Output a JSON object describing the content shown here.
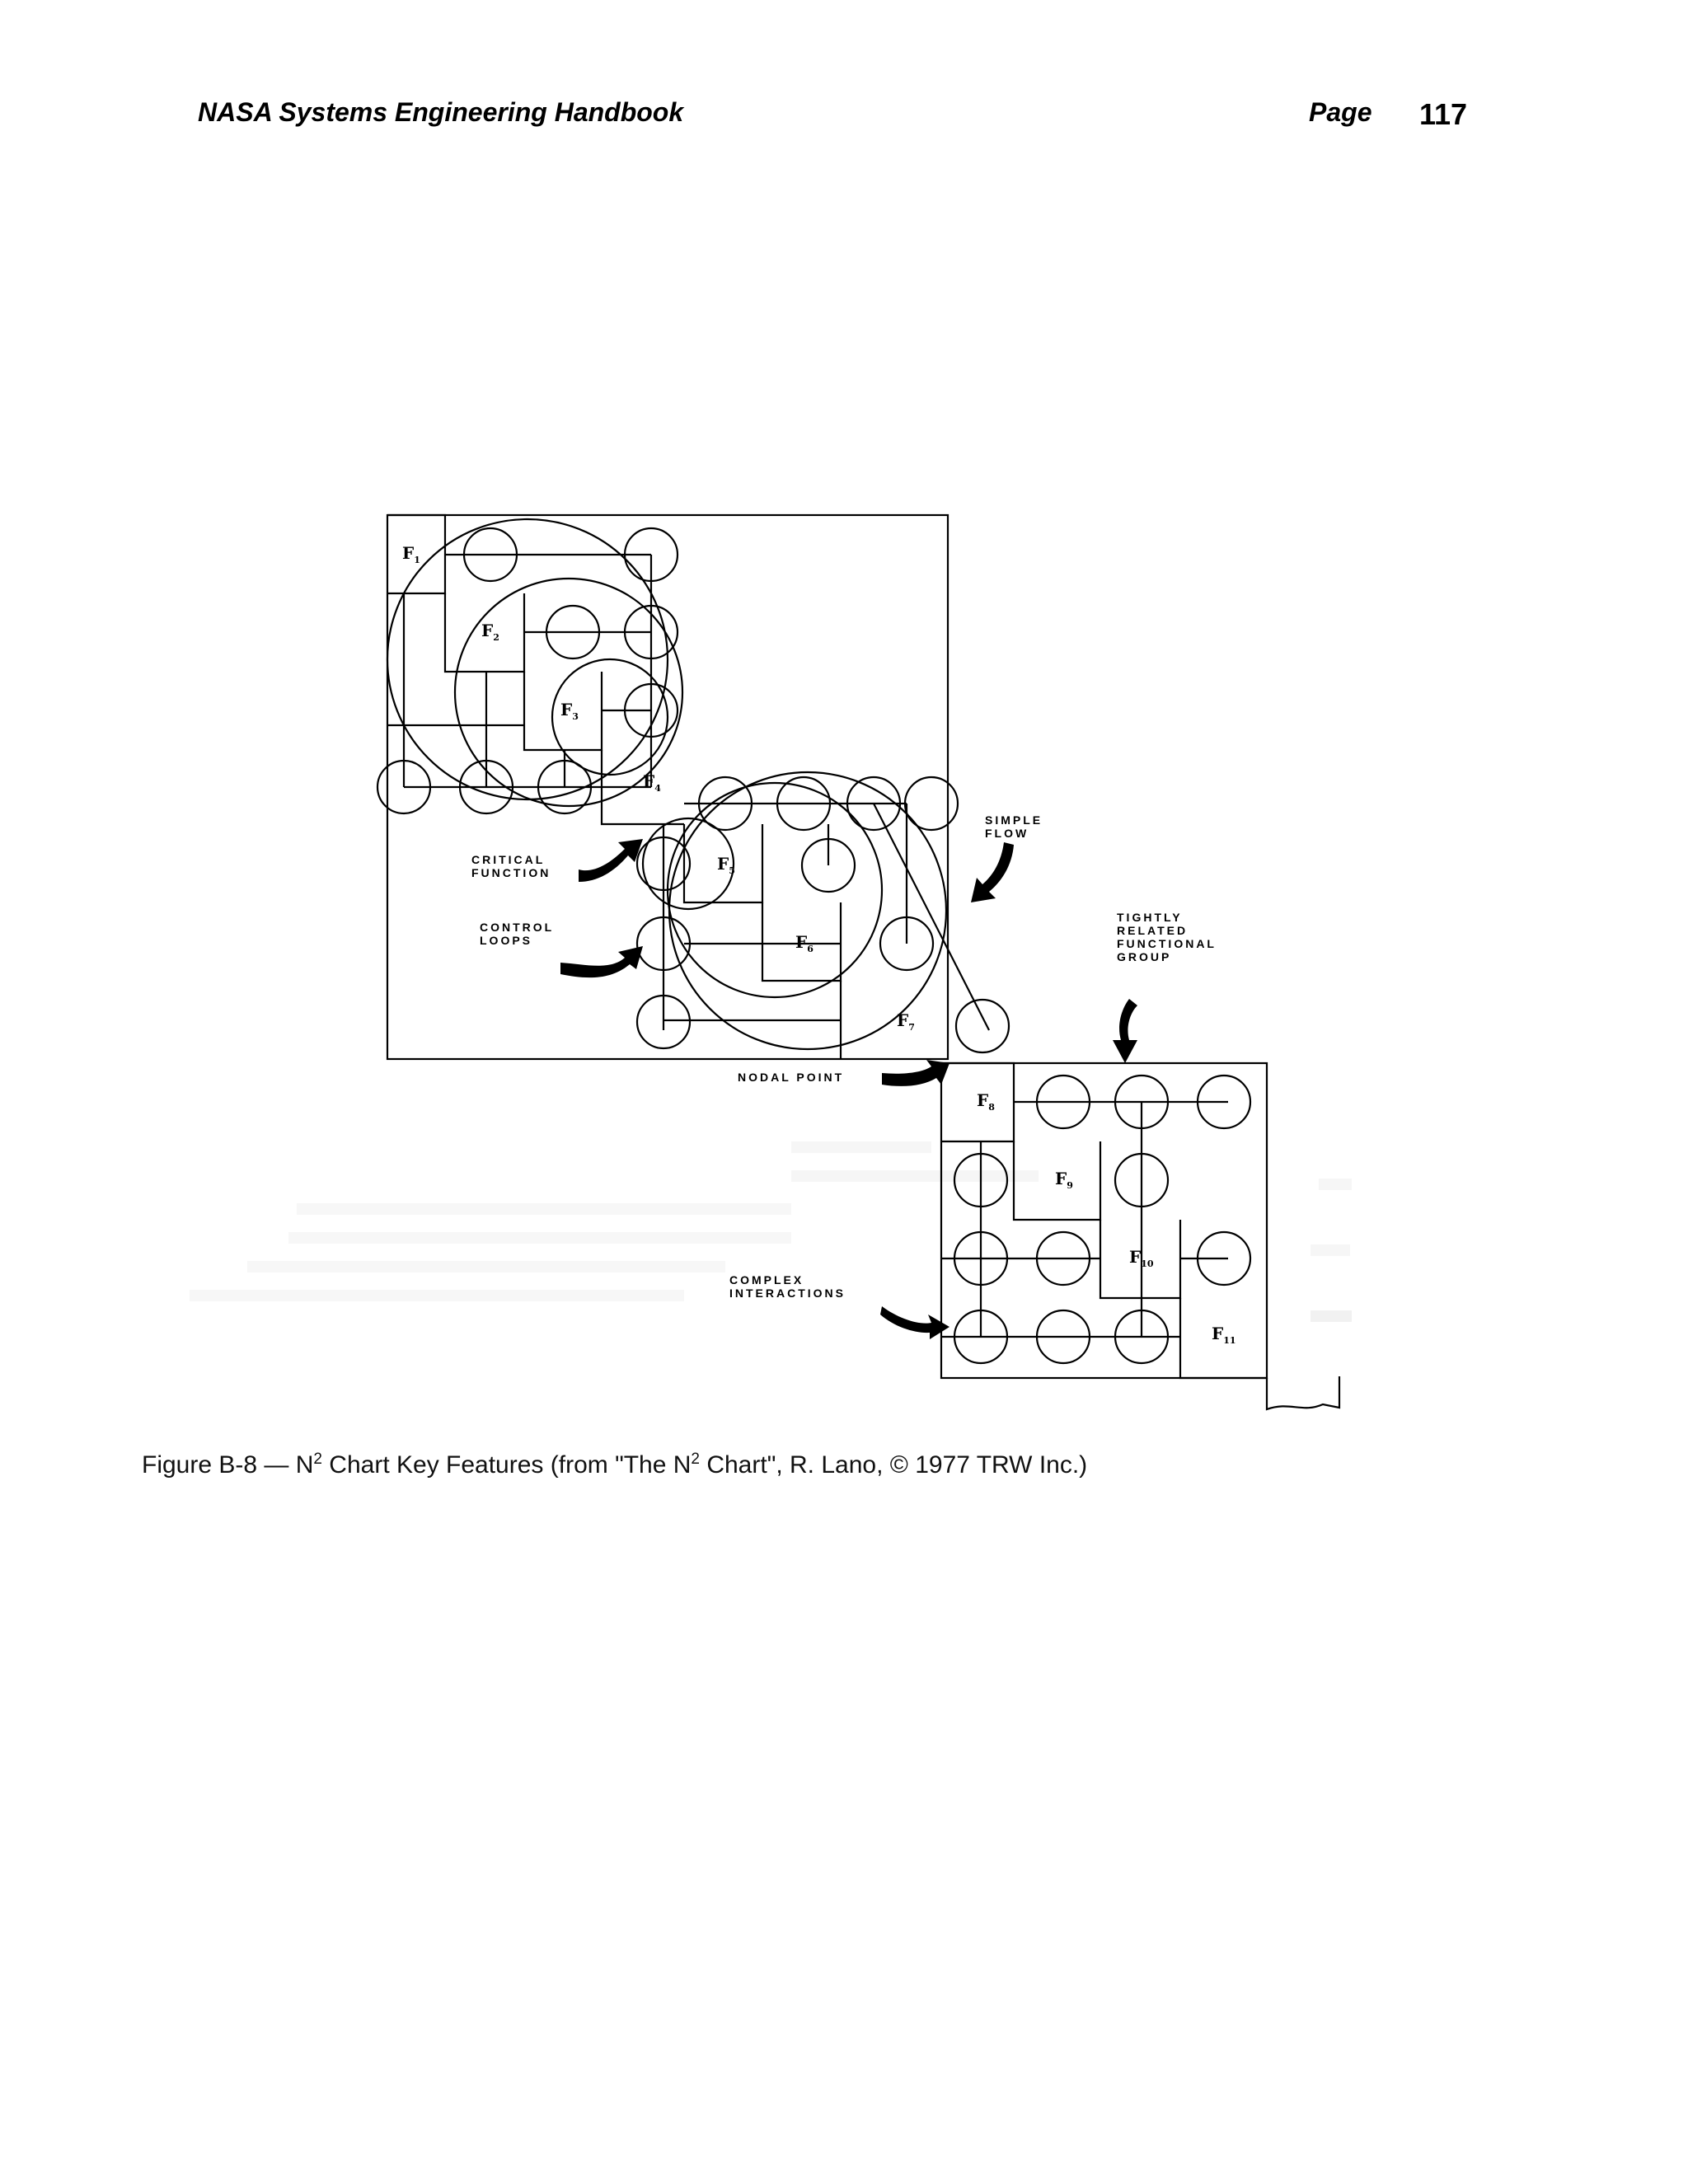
{
  "header": {
    "title": "NASA Systems Engineering Handbook",
    "page_label": "Page",
    "page_number": "117"
  },
  "figure": {
    "function_labels": [
      {
        "main": "F",
        "sub": "1"
      },
      {
        "main": "F",
        "sub": "2"
      },
      {
        "main": "F",
        "sub": "3"
      },
      {
        "main": "F",
        "sub": "4"
      },
      {
        "main": "F",
        "sub": "5"
      },
      {
        "main": "F",
        "sub": "6"
      },
      {
        "main": "F",
        "sub": "7"
      },
      {
        "main": "F",
        "sub": "8"
      },
      {
        "main": "F",
        "sub": "9"
      },
      {
        "main": "F",
        "sub": "10"
      },
      {
        "main": "F",
        "sub": "11"
      }
    ],
    "annotations": {
      "simple_flow": [
        "SIMPLE",
        "FLOW"
      ],
      "critical_function": [
        "CRITICAL",
        "FUNCTION"
      ],
      "control_loops": [
        "CONTROL",
        "LOOPS"
      ],
      "tightly_related": [
        "TIGHTLY",
        "RELATED",
        "FUNCTIONAL",
        "GROUP"
      ],
      "nodal_point": [
        "NODAL POINT"
      ],
      "complex_interactions": [
        "COMPLEX",
        "INTERACTIONS"
      ]
    }
  },
  "caption": {
    "prefix": "Figure B-8 — N",
    "sup1": "2",
    "middle": " Chart Key Features (from \"The N",
    "sup2": "2",
    "suffix": " Chart\", R. Lano, © 1977 TRW Inc.)"
  }
}
